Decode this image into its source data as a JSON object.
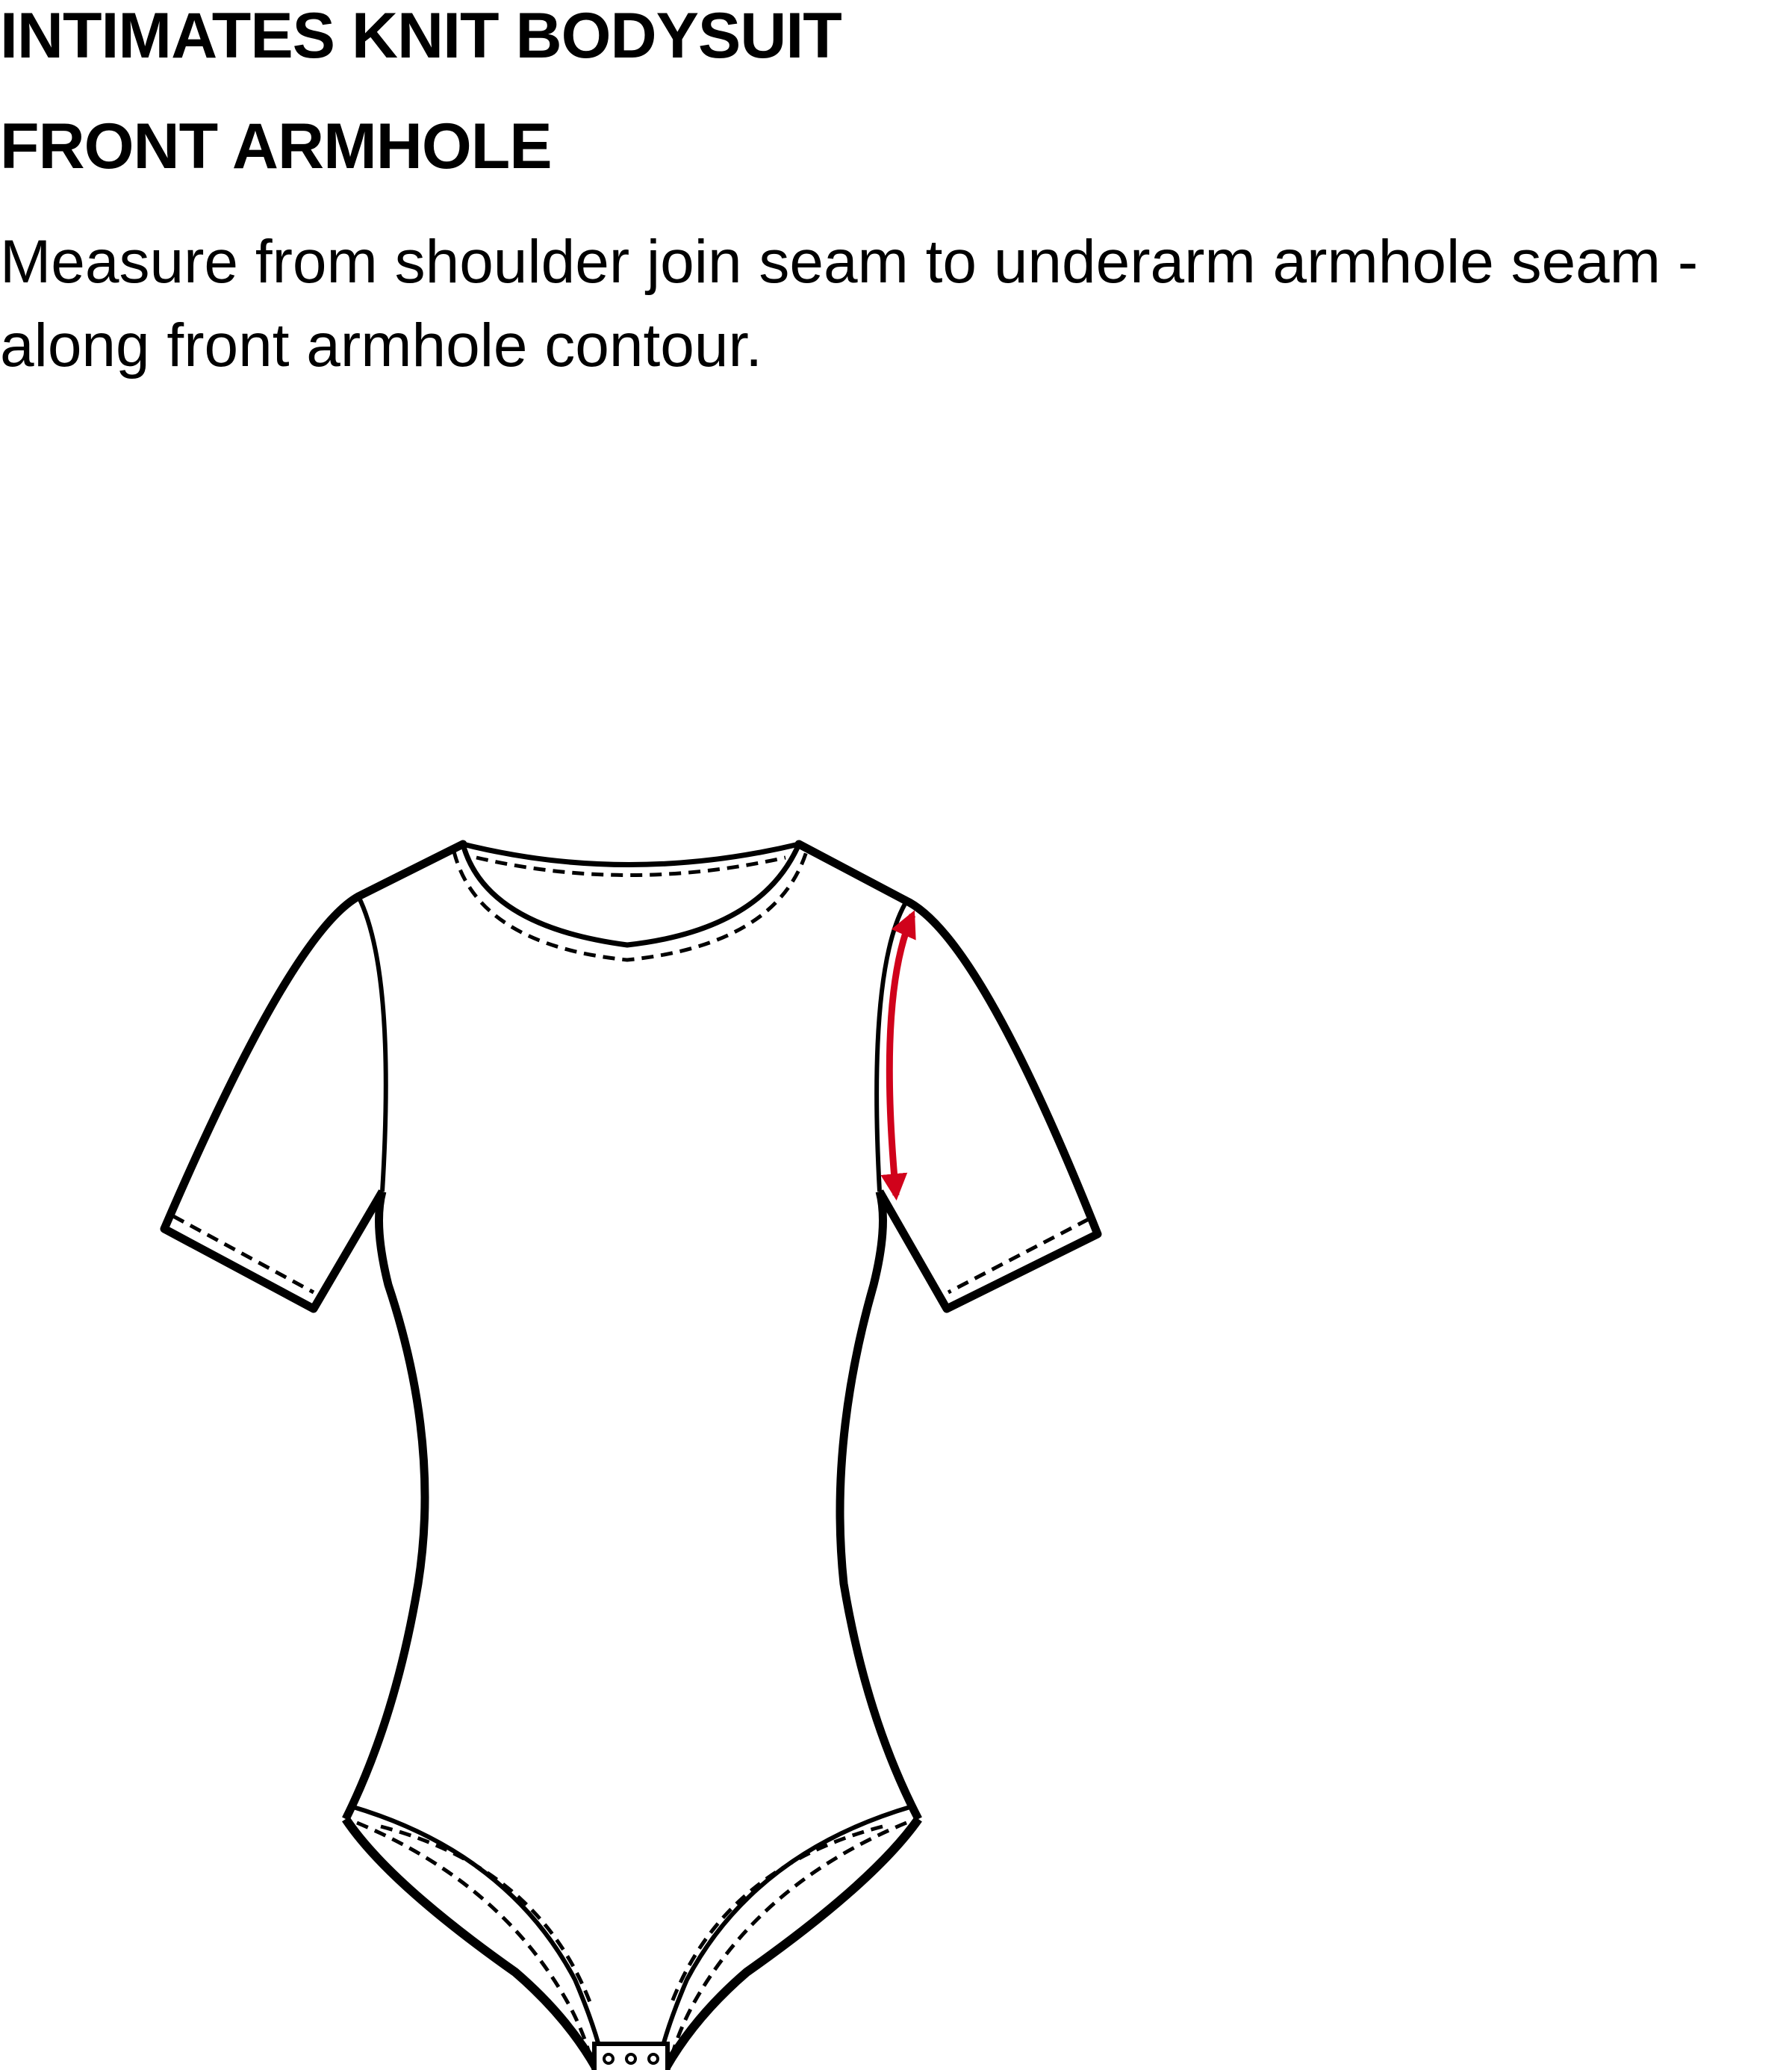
{
  "title": "INTIMATES KNIT BODYSUIT",
  "subtitle": "FRONT ARMHOLE",
  "instruction": {
    "line1": "Measure from shoulder join seam to underarm armhole seam -",
    "line2": "along front armhole contour."
  },
  "colors": {
    "outline": "#000000",
    "measure_arrow": "#d0021b",
    "background": "#ffffff"
  },
  "icons": {
    "measurement_arrow": "double-headed-arrow-icon"
  }
}
